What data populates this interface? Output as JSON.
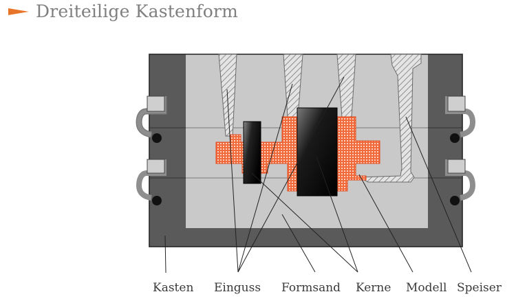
{
  "title": "Dreiteilige Kastenform",
  "labels": {
    "kasten": "Kasten",
    "einguss": "Einguss",
    "formsand": "Formsand",
    "kerne": "Kerne",
    "modell": "Modell",
    "speiser": "Speiser"
  },
  "colors": {
    "accent": "#e8742a",
    "box": "#5a5a5a",
    "sand": "#c9c9c9",
    "model": "#f06a3c"
  }
}
